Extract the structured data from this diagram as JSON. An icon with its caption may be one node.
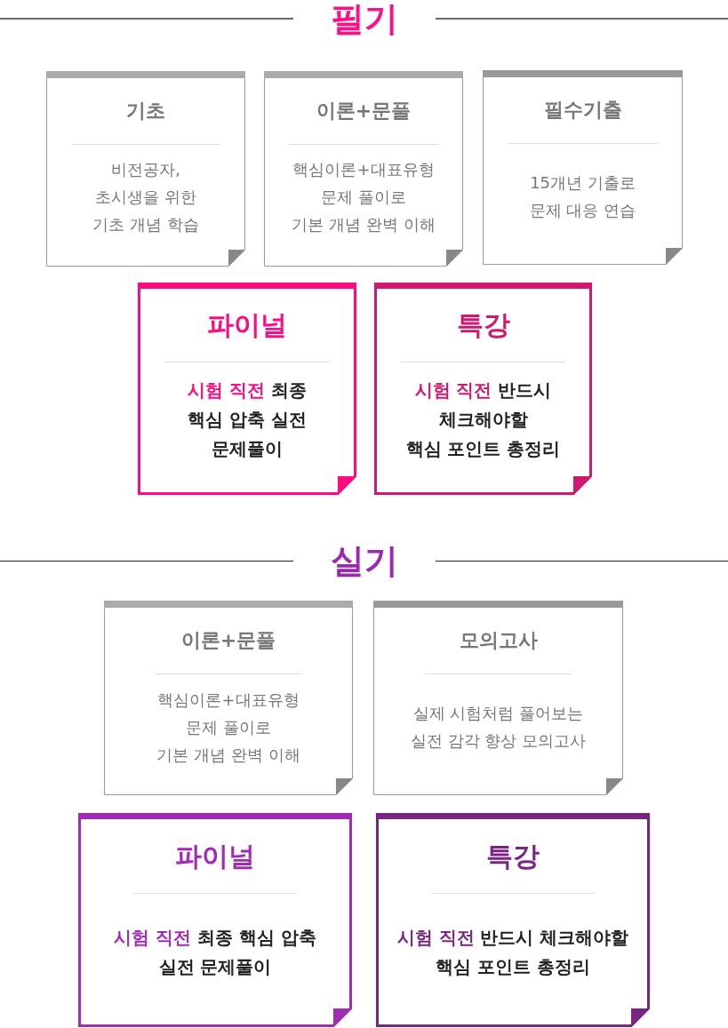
{
  "diagram": {
    "nodes": [
      {
        "text": [
          "기초",
          "비전공자, 초시생을 위한 기초 개념 학습"
        ]
      },
      {
        "text": [
          "이론+문풀",
          "핵심이론+대표유형 문제 풀이로 기본 개념 완벽 이해"
        ]
      },
      {
        "text": [
          "필수기출",
          "15개년 기출로 문제 대응 연습"
        ]
      },
      {
        "text": [
          "파이널",
          "**시험 직전** 최종 핵심 압축 실전 문제풀이"
        ]
      },
      {
        "text": [
          "특강",
          "**시험 직전** 반드시 체크해야할 핵심 포인트 총정리"
        ]
      },
      {
        "text": [
          "이론+문풀",
          "핵심이론+대표유형 문제 풀이로 기본 개념 완벽 이해"
        ]
      },
      {
        "text": [
          "모의고사",
          "실제 시험처럼 풀어보는 실전 감각 향상 모의고사"
        ]
      },
      {
        "text": [
          "파이널",
          "**시험 직전** 최종 핵심 압축 실전 문제풀이"
        ]
      },
      {
        "text": [
          "특강",
          "**시험 직전** 반드시 체크해야할 핵심 포인트 총정리"
        ]
      }
    ],
    "labels": [
      "필기",
      "실기"
    ]
  }
}
